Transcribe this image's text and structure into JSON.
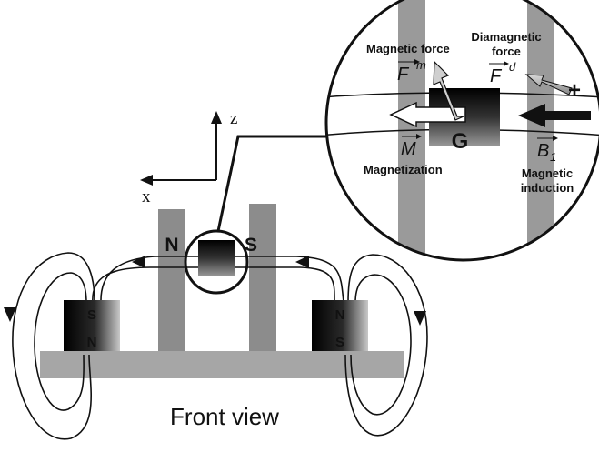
{
  "caption": "Front view",
  "axes": {
    "z_label": "z",
    "x_label": "x"
  },
  "poles": {
    "left_block_top": "S",
    "left_block_bottom": "N",
    "right_block_top": "N",
    "right_block_bottom": "S",
    "left_pillar": "N",
    "right_pillar": "S"
  },
  "zoom": {
    "magnetic_force": "Magnetic force",
    "force_symbol": "F",
    "force_m_superscript": "m",
    "diamagnetic_line1": "Diamagnetic",
    "diamagnetic_line2": "force",
    "diamagnetic_superscript": "d",
    "center_label": "G",
    "magnetization_symbol": "M",
    "magnetization": "Magnetization",
    "induction_symbol": "B",
    "induction_subscript": "1",
    "induction_line1": "Magnetic",
    "induction_line2": "induction",
    "plus_sign": "+"
  },
  "colors": {
    "base": "#a6a6a6",
    "pillar": "#8c8c8c",
    "stripe": "#9a9a9a",
    "line": "#111111"
  }
}
